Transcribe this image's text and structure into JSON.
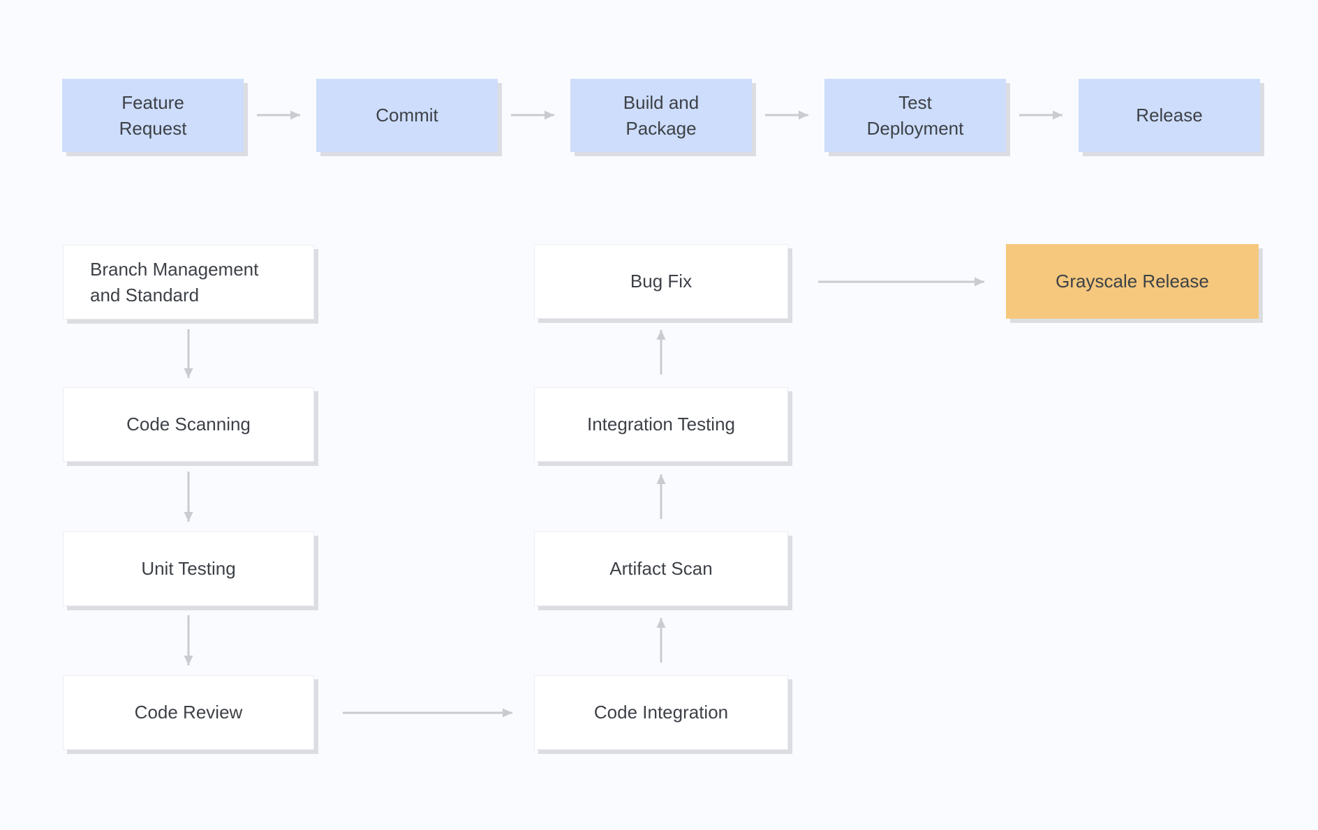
{
  "palette": {
    "background": "#fafbfe",
    "process_fill": "#cdddfb",
    "task_fill": "#ffffff",
    "highlight_fill": "#f5c87d",
    "arrow": "#c9cbd1",
    "text": "#3d4147",
    "shadow": "#dbdde2"
  },
  "top_row": {
    "nodes": [
      {
        "label": "Feature\nRequest"
      },
      {
        "label": "Commit"
      },
      {
        "label": "Build and\nPackage"
      },
      {
        "label": "Test\nDeployment"
      },
      {
        "label": "Release"
      }
    ]
  },
  "left_column": {
    "nodes": [
      {
        "label": "Branch Management\nand Standard"
      },
      {
        "label": "Code Scanning"
      },
      {
        "label": "Unit Testing"
      },
      {
        "label": "Code Review"
      }
    ]
  },
  "middle_column": {
    "nodes": [
      {
        "label": "Bug Fix"
      },
      {
        "label": "Integration Testing"
      },
      {
        "label": "Artifact Scan"
      },
      {
        "label": "Code Integration"
      }
    ]
  },
  "highlight_node": {
    "label": "Grayscale Release"
  }
}
